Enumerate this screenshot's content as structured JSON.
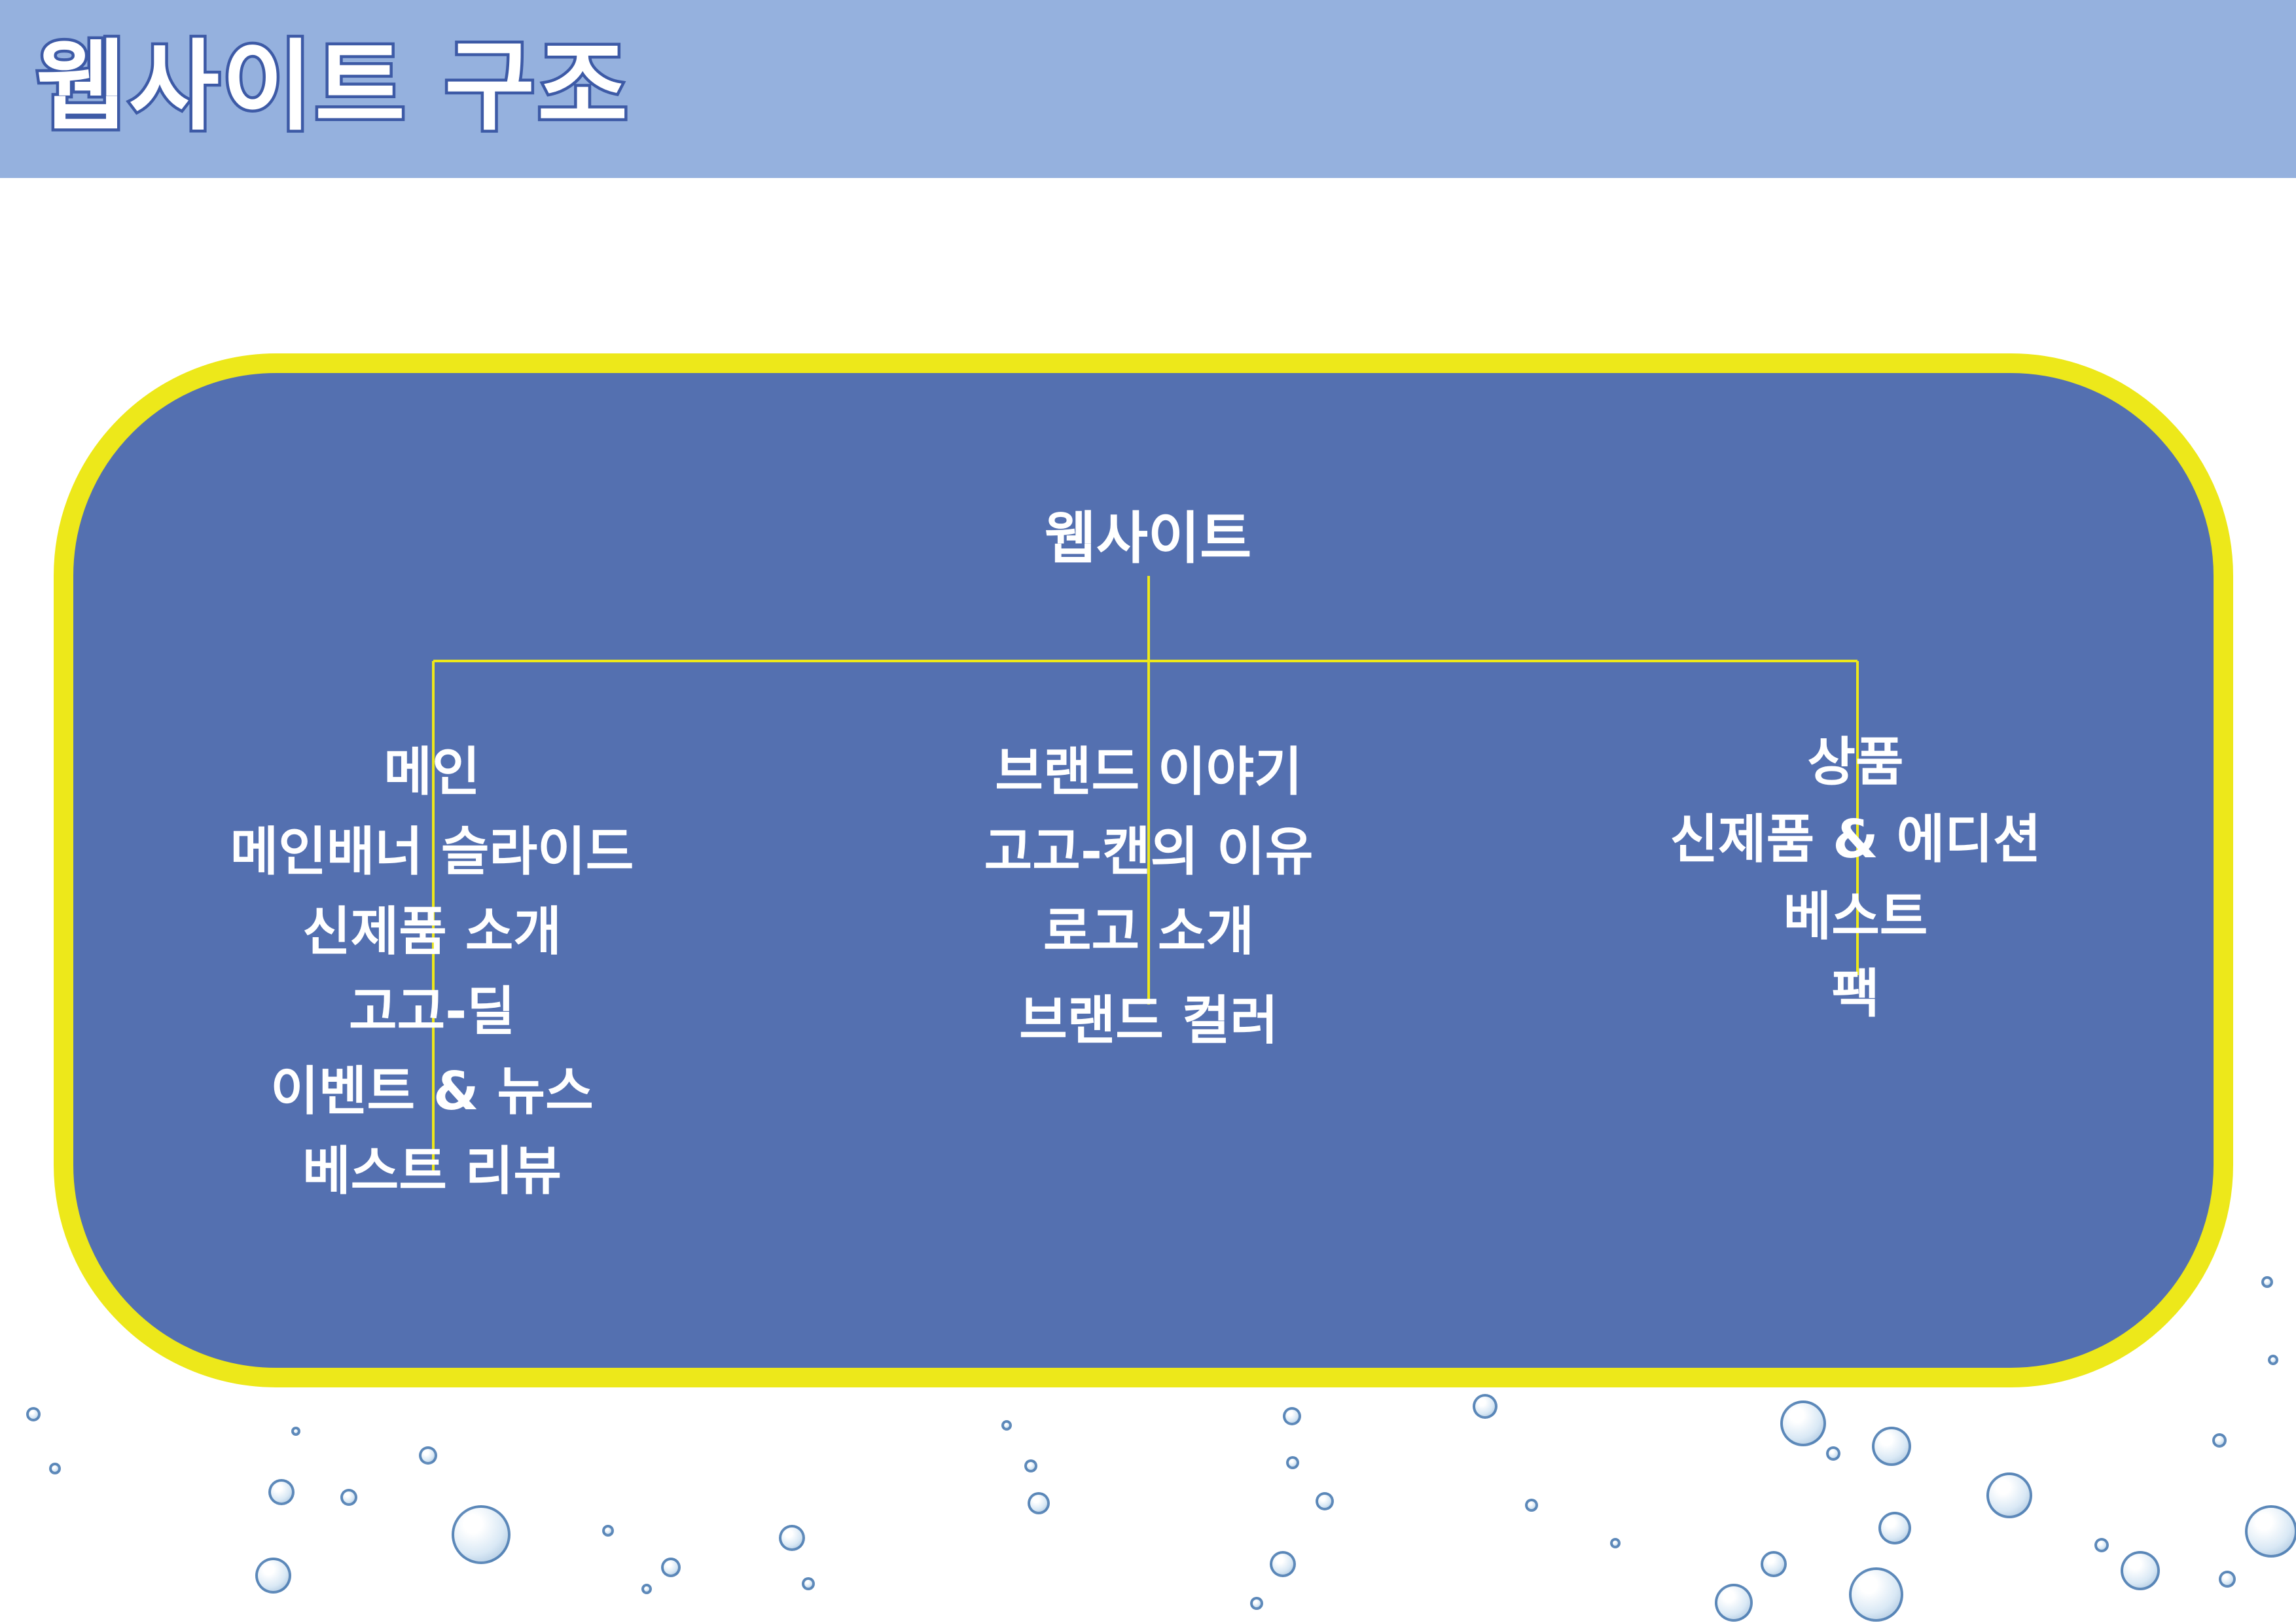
{
  "header": {
    "title": "웹사이트 구조",
    "background_color": "#95b1de"
  },
  "diagram": {
    "root": "웹사이트",
    "panel_color": "#5470b0",
    "border_color": "#ede81a",
    "connector_color": "#ede81a",
    "columns": [
      {
        "id": "main",
        "items": [
          "메인",
          "메인배너 슬라이드",
          "신제품 소개",
          "고고-딜",
          "이벤트 & 뉴스",
          "베스트 리뷰"
        ]
      },
      {
        "id": "brand",
        "items": [
          "브랜드 이야기",
          "고고-캔의 이유",
          "로고 소개",
          "브랜드 컬러"
        ]
      },
      {
        "id": "product",
        "items": [
          "상품",
          "신제품 & 에디션",
          "베스트",
          "팩"
        ]
      }
    ]
  },
  "decoration": {
    "background_icon": "water-bubbles-icon"
  }
}
